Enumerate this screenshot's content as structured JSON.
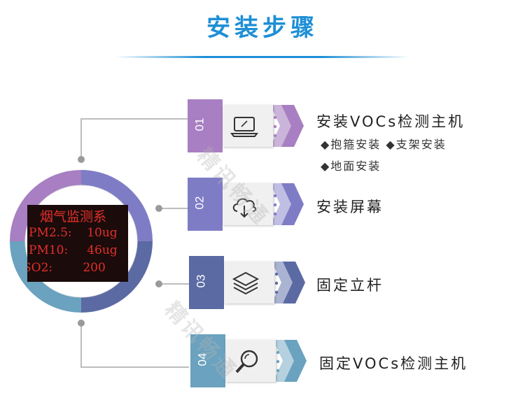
{
  "header": {
    "title": "安装步骤"
  },
  "watermarks": [
    "精讯畅通",
    "精讯畅通"
  ],
  "screen": {
    "lines": [
      "烟气监测系",
      "PM2.5:    10ug",
      "PM10:     46ug",
      "SO2:        200"
    ]
  },
  "colors": {
    "step1": "#a87fc2",
    "step2": "#7f7cc6",
    "step3": "#5b6aa3",
    "step4": "#6aa2bf",
    "title": "#1d8fd6"
  },
  "steps": [
    {
      "number": "01",
      "title": "安装VOCs检测主机",
      "icon": "laptop-icon",
      "sub_items": [
        "◆抱箍安装 ◆支架安装",
        "◆地面安装"
      ]
    },
    {
      "number": "02",
      "title": "安装屏幕",
      "icon": "cloud-download-icon",
      "sub_items": []
    },
    {
      "number": "03",
      "title": "固定立杆",
      "icon": "layers-icon",
      "sub_items": []
    },
    {
      "number": "04",
      "title": "固定VOCs检测主机",
      "icon": "magnifier-icon",
      "sub_items": []
    }
  ]
}
